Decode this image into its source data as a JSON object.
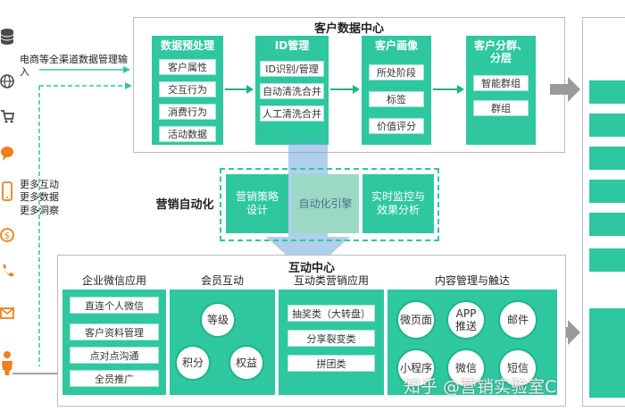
{
  "left": {
    "source_label": "电商等全渠道数据管理输入",
    "feedback_label": "更多互动\n更多数据\n更多洞察"
  },
  "cdp": {
    "title": "客户数据中心",
    "columns": [
      {
        "header": "数据预处理",
        "items": [
          "客户属性",
          "交互行为",
          "消费行为",
          "活动数据"
        ]
      },
      {
        "header": "ID管理",
        "items": [
          "ID识别/管理",
          "自动清洗合并",
          "人工清洗合并"
        ]
      },
      {
        "header": "客户画像",
        "items": [
          "所处阶段",
          "标签",
          "价值评分"
        ]
      },
      {
        "header": "客户分群、分层",
        "items": [
          "智能群组",
          "群组"
        ]
      }
    ]
  },
  "automation": {
    "label": "营销自动化",
    "items": [
      "营销策略设计",
      "自动化引擎",
      "实时监控与效果分析"
    ]
  },
  "interaction": {
    "title": "互动中心",
    "sections": [
      {
        "header": "企业微信应用",
        "items": [
          "直连个人微信",
          "客户资料管理",
          "点对点沟通",
          "全员推广"
        ]
      },
      {
        "header": "会员互动",
        "items": [
          "等级",
          "积分",
          "权益"
        ]
      },
      {
        "header": "互动类营销应用",
        "items": [
          "抽奖类（大转盘）",
          "分享裂变类",
          "拼团类"
        ]
      },
      {
        "header": "内容管理与触达",
        "items": [
          "微页面",
          "APP推送",
          "邮件",
          "小程序",
          "微信",
          "短信"
        ]
      }
    ]
  },
  "watermark": "知乎 @营销实验室C",
  "colors": {
    "accent": "#2fc7a0",
    "accent_dark": "#1fb489",
    "arrow_blue": "#6fa8dc",
    "arrow_gray": "#999999"
  }
}
